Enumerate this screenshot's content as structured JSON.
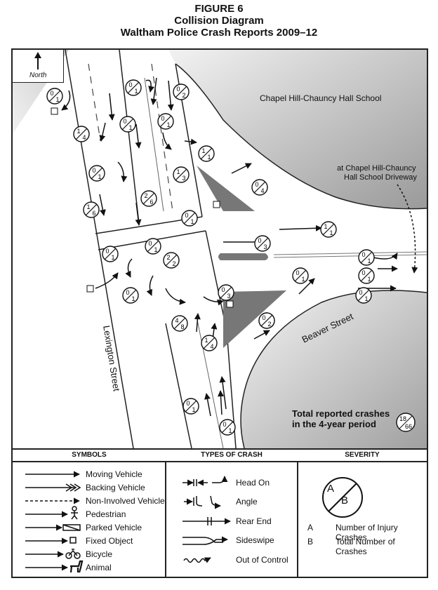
{
  "title": {
    "figure": "FIGURE 6",
    "line1": "Collision Diagram",
    "line2": "Waltham Police Crash Reports 2009–12"
  },
  "map": {
    "north_label": "North",
    "school_label": "Chapel Hill-Chauncy Hall School",
    "driveway_label_1": "at Chapel Hill-Chauncy",
    "driveway_label_2": "Hall School Driveway",
    "street_lexington": "Lexington Street",
    "street_beaver": "Beaver Street",
    "total_line1": "Total reported crashes",
    "total_line2": "in the 4-year period",
    "total_badge": {
      "a": "18",
      "b": "66"
    },
    "badges": [
      {
        "a": "0",
        "b": "1"
      },
      {
        "a": "0",
        "b": "1"
      },
      {
        "a": "0",
        "b": "2"
      },
      {
        "a": "1",
        "b": "4"
      },
      {
        "a": "0",
        "b": "1"
      },
      {
        "a": "0",
        "b": "1"
      },
      {
        "a": "1",
        "b": "1"
      },
      {
        "a": "0",
        "b": "1"
      },
      {
        "a": "1",
        "b": "3"
      },
      {
        "a": "0",
        "b": "4"
      },
      {
        "a": "2",
        "b": "6"
      },
      {
        "a": "1",
        "b": "6"
      },
      {
        "a": "0",
        "b": "1"
      },
      {
        "a": "1",
        "b": "1"
      },
      {
        "a": "0",
        "b": "1"
      },
      {
        "a": "0",
        "b": "3"
      },
      {
        "a": "0",
        "b": "1"
      },
      {
        "a": "0",
        "b": "1"
      },
      {
        "a": "2",
        "b": "2"
      },
      {
        "a": "0",
        "b": "1"
      },
      {
        "a": "0",
        "b": "1"
      },
      {
        "a": "0",
        "b": "1"
      },
      {
        "a": "0",
        "b": "3"
      },
      {
        "a": "0",
        "b": "2"
      },
      {
        "a": "4",
        "b": "8"
      },
      {
        "a": "1",
        "b": "4"
      },
      {
        "a": "0",
        "b": "2"
      },
      {
        "a": "0",
        "b": "1"
      },
      {
        "a": "0",
        "b": "1"
      },
      {
        "a": "0",
        "b": "1"
      }
    ]
  },
  "legend": {
    "symbols_header": "SYMBOLS",
    "types_header": "TYPES OF CRASH",
    "severity_header": "SEVERITY",
    "symbols": [
      "Moving Vehicle",
      "Backing Vehicle",
      "Non-Involved Vehicle",
      "Pedestrian",
      "Parked Vehicle",
      "Fixed Object",
      "Bicycle",
      "Animal"
    ],
    "types": [
      "Head On",
      "Angle",
      "Rear End",
      "Sideswipe",
      "Out of Control"
    ],
    "severity_a": "A",
    "severity_b": "B",
    "severity_a_text": "Number of Injury Crashes",
    "severity_b_text": "Total Number of Crashes"
  },
  "colors": {
    "island": "#777777",
    "shade": "#d0d0d0",
    "line": "#111111"
  }
}
